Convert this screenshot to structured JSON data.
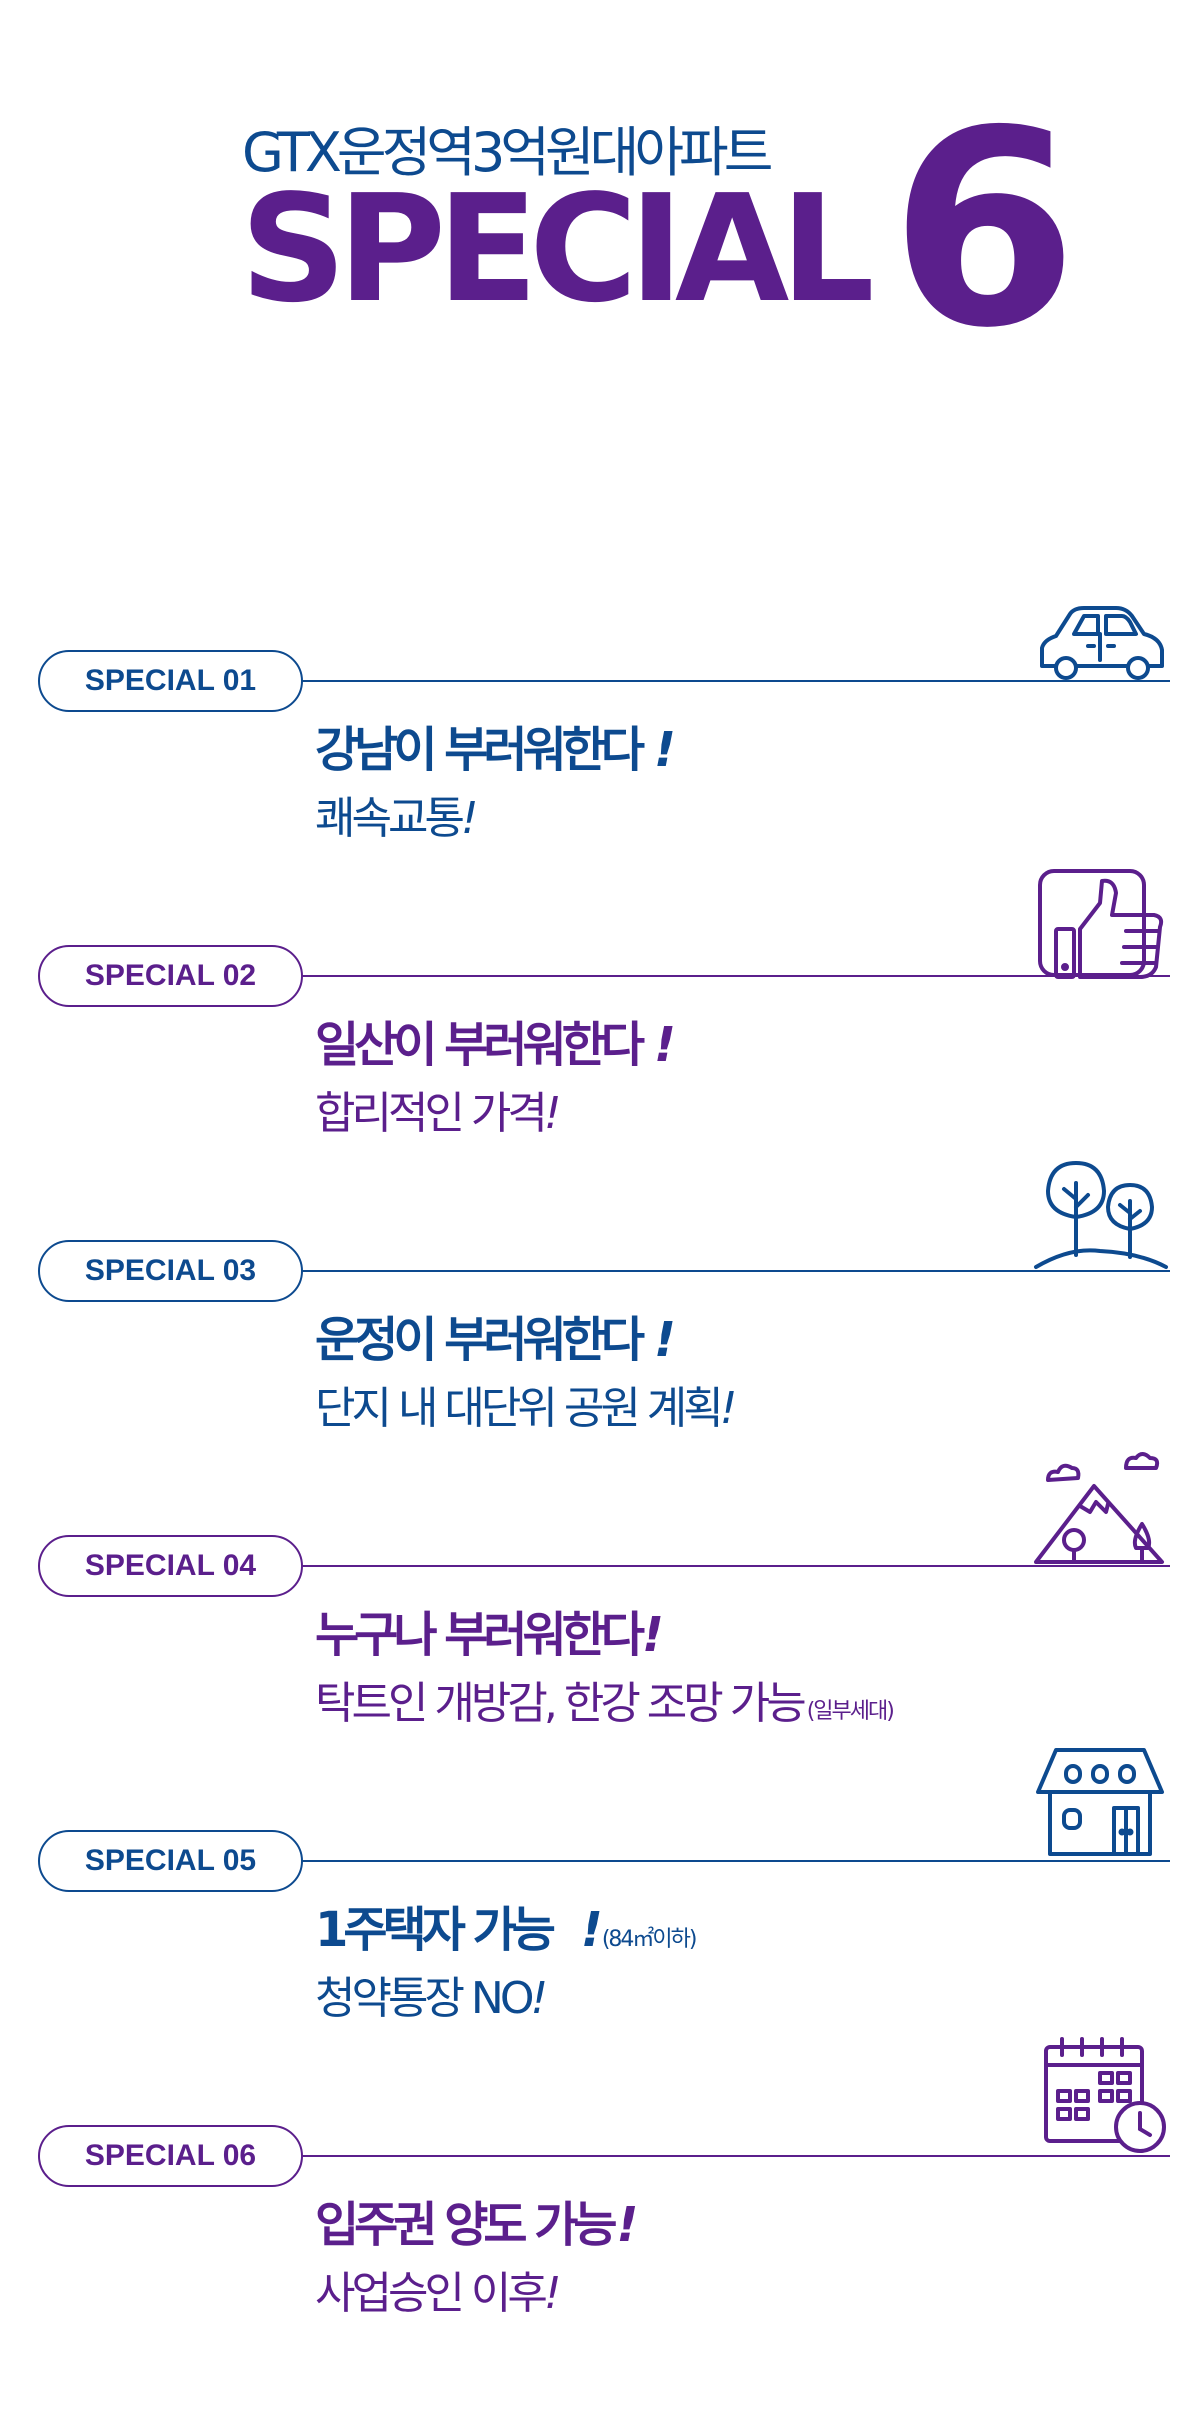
{
  "hero": {
    "subtitle": "GTX운정역3억원대아파트",
    "title": "SPECIAL",
    "number": "6"
  },
  "colors": {
    "blue": "#0d4a8f",
    "purple": "#5b1f8c"
  },
  "items": [
    {
      "badge": "SPECIAL 01",
      "headline": "강남이 부러워한다",
      "bang": "!",
      "headline_note": "",
      "desc": "쾌속교통",
      "desc_bang": "!",
      "desc_note": "",
      "icon": "car-icon",
      "color": "blue"
    },
    {
      "badge": "SPECIAL 02",
      "headline": "일산이 부러워한다",
      "bang": "!",
      "headline_note": "",
      "desc": "합리적인 가격",
      "desc_bang": "!",
      "desc_note": "",
      "icon": "thumbs-up-icon",
      "color": "purple"
    },
    {
      "badge": "SPECIAL 03",
      "headline": "운정이 부러워한다",
      "bang": "!",
      "headline_note": "",
      "desc": "단지 내 대단위 공원 계획",
      "desc_bang": "!",
      "desc_note": "",
      "icon": "trees-icon",
      "color": "blue"
    },
    {
      "badge": "SPECIAL 04",
      "headline": "누구나 부러워한다",
      "bang": "!",
      "headline_note": "",
      "desc": "탁트인 개방감, 한강 조망 가능",
      "desc_bang": "",
      "desc_note": "(일부세대)",
      "icon": "mountain-icon",
      "color": "purple"
    },
    {
      "badge": "SPECIAL 05",
      "headline": "1주택자 가능",
      "bang": "!",
      "headline_note": "(84㎡이하)",
      "desc": "청약통장 NO",
      "desc_bang": "!",
      "desc_note": "",
      "icon": "house-icon",
      "color": "blue"
    },
    {
      "badge": "SPECIAL 06",
      "headline": "입주권 양도 가능",
      "bang": "!",
      "headline_note": "",
      "desc": "사업승인 이후",
      "desc_bang": "!",
      "desc_note": "",
      "icon": "calendar-clock-icon",
      "color": "purple"
    }
  ]
}
